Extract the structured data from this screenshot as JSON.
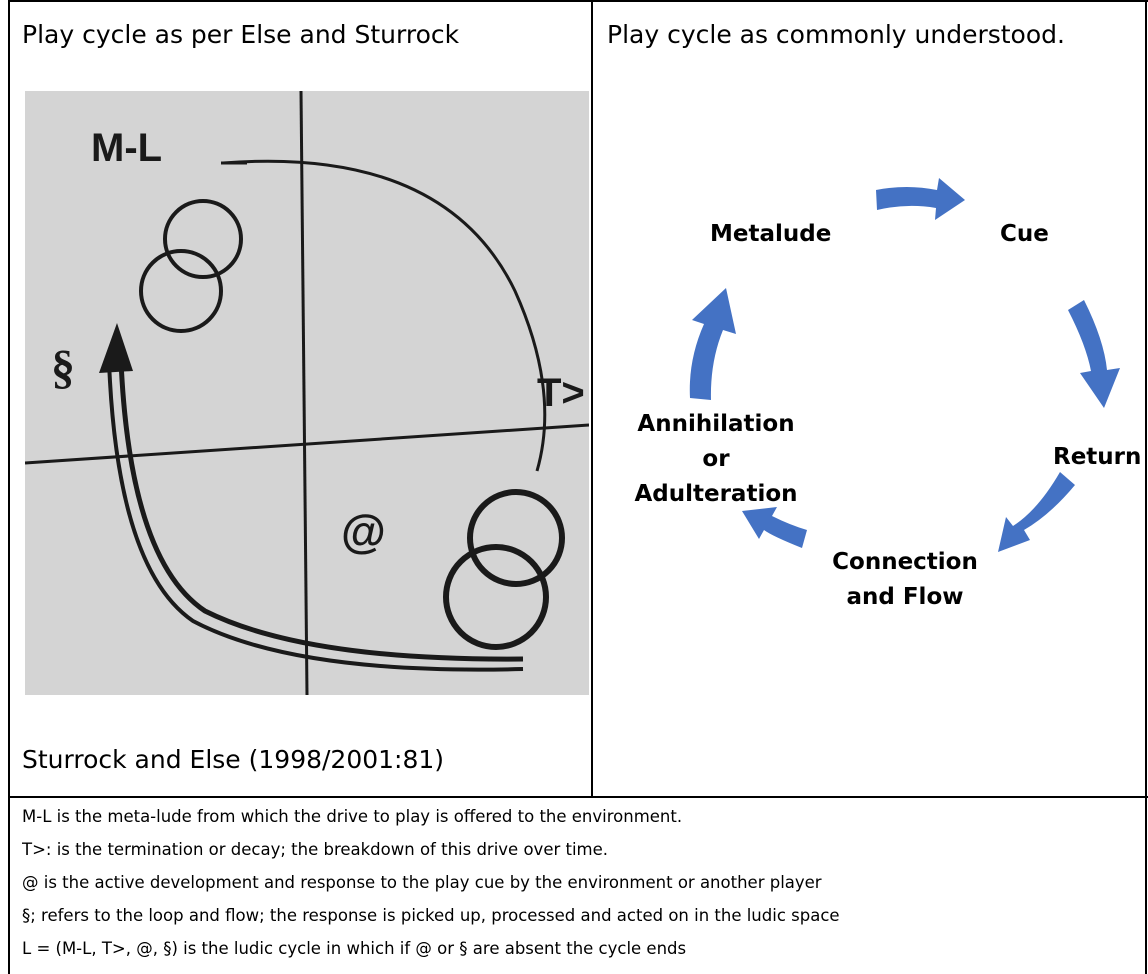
{
  "left_cell": {
    "title": "Play cycle as per Else and Sturrock",
    "caption": "Sturrock and Else (1998/2001:81)",
    "figure_labels": {
      "metalude": "M-L",
      "section": "§",
      "termination": "T>",
      "at": "@"
    }
  },
  "right_cell": {
    "title": "Play cycle as commonly understood.",
    "cycle": {
      "metalude": "Metalude",
      "cue": "Cue",
      "return": "Return",
      "connection_line1": "Connection",
      "connection_line2": "and Flow",
      "annihilation_line1": "Annihilation",
      "annihilation_line2": "or",
      "annihilation_line3": "Adulteration"
    }
  },
  "notes": [
    "M-L is the meta-lude from which the drive to play is offered to the environment.",
    "T>: is the termination or decay; the breakdown of this drive over time.",
    "@ is the active development and response to the play cue by the environment or another player",
    "§; refers to the loop and flow; the response is picked up, processed and acted on in the ludic space",
    "L = (M-L, T>, @, §) is the ludic cycle in which if @ or §  are absent the cycle ends"
  ],
  "colors": {
    "arrow_blue": "#4472c4",
    "photo_bg": "#d4d4d4"
  }
}
